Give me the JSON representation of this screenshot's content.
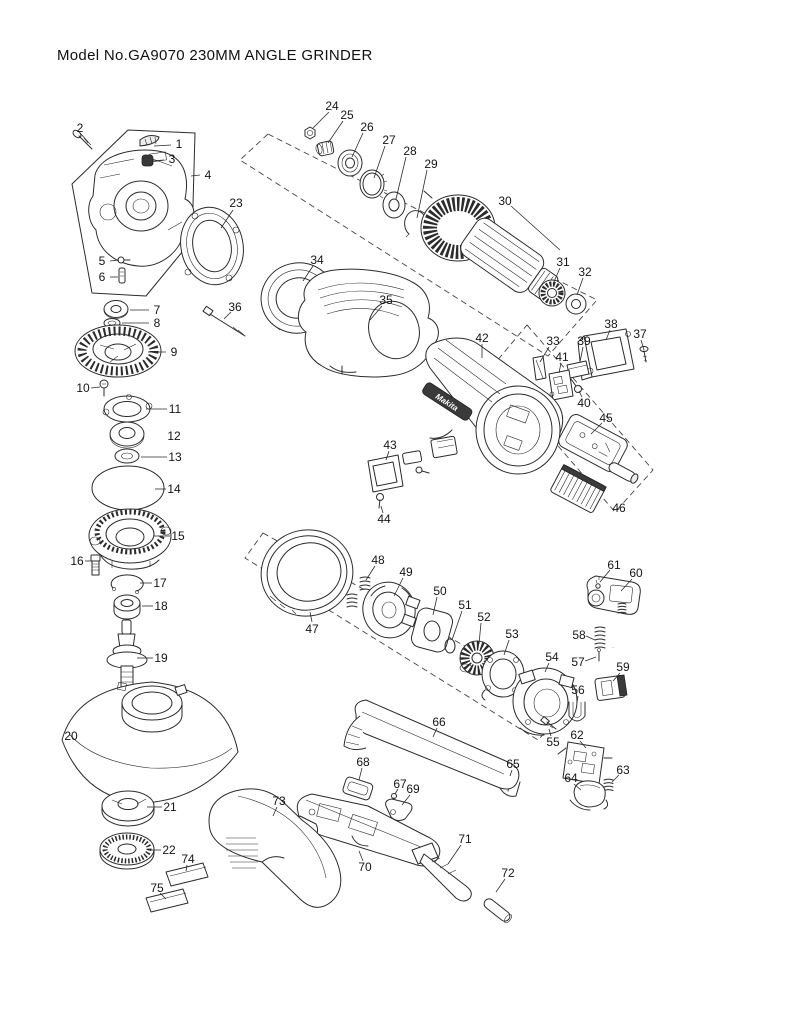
{
  "title": "Model No.GA9070 230MM ANGLE GRINDER",
  "diagram": {
    "logo": "Makita",
    "parts": [
      {
        "num": "1",
        "label": [
          179,
          144
        ],
        "leader": [
          171,
          145,
          154,
          146
        ]
      },
      {
        "num": "2",
        "label": [
          80,
          128
        ],
        "leader": [
          81,
          134,
          88,
          142
        ]
      },
      {
        "num": "3",
        "label": [
          172,
          159
        ],
        "leader": [
          164,
          160,
          152,
          161
        ]
      },
      {
        "num": "4",
        "label": [
          208,
          175
        ],
        "leader": [
          200,
          175,
          191,
          176
        ]
      },
      {
        "num": "5",
        "label": [
          102,
          261
        ],
        "leader": [
          110,
          261,
          119,
          260
        ]
      },
      {
        "num": "6",
        "label": [
          102,
          277
        ],
        "leader": [
          110,
          277,
          118,
          277
        ]
      },
      {
        "num": "7",
        "label": [
          157,
          310
        ],
        "leader": [
          149,
          310,
          130,
          310
        ]
      },
      {
        "num": "8",
        "label": [
          157,
          323
        ],
        "leader": [
          149,
          323,
          122,
          323
        ]
      },
      {
        "num": "9",
        "label": [
          174,
          352
        ],
        "leader": [
          166,
          352,
          148,
          352
        ]
      },
      {
        "num": "10",
        "label": [
          83,
          388
        ],
        "leader": [
          91,
          388,
          100,
          387
        ]
      },
      {
        "num": "11",
        "label": [
          175,
          409
        ],
        "leader": [
          167,
          409,
          146,
          409
        ]
      },
      {
        "num": "12",
        "label": [
          174,
          436
        ]
      },
      {
        "num": "13",
        "label": [
          175,
          457
        ],
        "leader": [
          167,
          457,
          141,
          457
        ]
      },
      {
        "num": "14",
        "label": [
          174,
          489
        ],
        "leader": [
          166,
          489,
          155,
          489
        ]
      },
      {
        "num": "15",
        "label": [
          178,
          536
        ],
        "leader": [
          170,
          536,
          154,
          536
        ]
      },
      {
        "num": "16",
        "label": [
          77,
          561
        ],
        "leader": [
          85,
          561,
          93,
          561
        ]
      },
      {
        "num": "17",
        "label": [
          160,
          583
        ],
        "leader": [
          152,
          583,
          140,
          583
        ]
      },
      {
        "num": "18",
        "label": [
          161,
          606
        ],
        "leader": [
          153,
          606,
          142,
          606
        ]
      },
      {
        "num": "19",
        "label": [
          161,
          658
        ],
        "leader": [
          153,
          658,
          137,
          658
        ]
      },
      {
        "num": "20",
        "label": [
          71,
          736
        ]
      },
      {
        "num": "21",
        "label": [
          170,
          807
        ],
        "leader": [
          162,
          807,
          147,
          807
        ]
      },
      {
        "num": "22",
        "label": [
          169,
          850
        ],
        "leader": [
          161,
          850,
          148,
          850
        ]
      },
      {
        "num": "23",
        "label": [
          236,
          203
        ],
        "leader": [
          233,
          210,
          221,
          228
        ]
      },
      {
        "num": "24",
        "label": [
          332,
          106
        ],
        "leader": [
          329,
          112,
          313,
          128
        ]
      },
      {
        "num": "25",
        "label": [
          347,
          115
        ],
        "leader": [
          343,
          121,
          328,
          143
        ]
      },
      {
        "num": "26",
        "label": [
          367,
          127
        ],
        "leader": [
          363,
          133,
          352,
          157
        ]
      },
      {
        "num": "27",
        "label": [
          389,
          140
        ],
        "leader": [
          385,
          146,
          374,
          178
        ]
      },
      {
        "num": "28",
        "label": [
          410,
          151
        ],
        "leader": [
          406,
          157,
          396,
          199
        ]
      },
      {
        "num": "29",
        "label": [
          431,
          164
        ],
        "leader": [
          427,
          170,
          417,
          218
        ]
      },
      {
        "num": "30",
        "label": [
          505,
          201
        ],
        "leader": [
          511,
          206,
          560,
          250
        ]
      },
      {
        "num": "31",
        "label": [
          563,
          262
        ],
        "leader": [
          560,
          268,
          553,
          284
        ]
      },
      {
        "num": "32",
        "label": [
          585,
          272
        ],
        "leader": [
          583,
          278,
          577,
          295
        ]
      },
      {
        "num": "33",
        "label": [
          553,
          341
        ],
        "leader": [
          549,
          347,
          540,
          362
        ]
      },
      {
        "num": "34",
        "label": [
          317,
          260
        ],
        "leader": [
          313,
          266,
          303,
          281
        ]
      },
      {
        "num": "35",
        "label": [
          386,
          300
        ],
        "leader": [
          382,
          306,
          370,
          320
        ]
      },
      {
        "num": "36",
        "label": [
          235,
          307
        ],
        "leader": [
          231,
          312,
          224,
          319
        ]
      },
      {
        "num": "37",
        "label": [
          640,
          334
        ],
        "leader": [
          641,
          340,
          644,
          350
        ]
      },
      {
        "num": "38",
        "label": [
          611,
          324
        ],
        "leader": [
          610,
          330,
          606,
          340
        ]
      },
      {
        "num": "39",
        "label": [
          584,
          341
        ],
        "leader": [
          583,
          347,
          580,
          362
        ]
      },
      {
        "num": "40",
        "label": [
          584,
          403
        ],
        "leader": [
          582,
          397,
          579,
          391
        ]
      },
      {
        "num": "41",
        "label": [
          562,
          357
        ],
        "leader": [
          561,
          363,
          559,
          373
        ]
      },
      {
        "num": "42",
        "label": [
          482,
          338
        ],
        "leader": [
          482,
          344,
          482,
          358
        ]
      },
      {
        "num": "43",
        "label": [
          390,
          445
        ],
        "leader": [
          389,
          451,
          386,
          460
        ]
      },
      {
        "num": "44",
        "label": [
          384,
          519
        ],
        "leader": [
          383,
          513,
          381,
          506
        ]
      },
      {
        "num": "45",
        "label": [
          606,
          418
        ],
        "leader": [
          602,
          423,
          591,
          434
        ]
      },
      {
        "num": "46",
        "label": [
          619,
          508
        ]
      },
      {
        "num": "47",
        "label": [
          312,
          629
        ],
        "leader": [
          312,
          622,
          310,
          612
        ]
      },
      {
        "num": "48",
        "label": [
          378,
          560
        ],
        "leader": [
          375,
          566,
          366,
          580
        ]
      },
      {
        "num": "49",
        "label": [
          406,
          572
        ],
        "leader": [
          403,
          578,
          394,
          596
        ]
      },
      {
        "num": "50",
        "label": [
          440,
          591
        ],
        "leader": [
          437,
          597,
          433,
          615
        ]
      },
      {
        "num": "51",
        "label": [
          465,
          605
        ],
        "leader": [
          462,
          611,
          452,
          640
        ]
      },
      {
        "num": "52",
        "label": [
          484,
          617
        ],
        "leader": [
          481,
          623,
          479,
          644
        ]
      },
      {
        "num": "53",
        "label": [
          512,
          634
        ],
        "leader": [
          509,
          640,
          504,
          655
        ]
      },
      {
        "num": "54",
        "label": [
          552,
          657
        ],
        "leader": [
          549,
          663,
          545,
          672
        ]
      },
      {
        "num": "55",
        "label": [
          553,
          742
        ],
        "leader": [
          551,
          736,
          549,
          729
        ]
      },
      {
        "num": "56",
        "label": [
          578,
          690
        ],
        "leader": [
          578,
          696,
          577,
          703
        ]
      },
      {
        "num": "57",
        "label": [
          578,
          662
        ],
        "leader": [
          585,
          661,
          596,
          657
        ]
      },
      {
        "num": "58",
        "label": [
          579,
          635
        ],
        "leader": [
          586,
          636,
          595,
          640
        ]
      },
      {
        "num": "59",
        "label": [
          623,
          667
        ],
        "leader": [
          620,
          673,
          613,
          681
        ]
      },
      {
        "num": "60",
        "label": [
          636,
          573
        ],
        "leader": [
          632,
          579,
          621,
          591
        ]
      },
      {
        "num": "61",
        "label": [
          614,
          565
        ],
        "leader": [
          610,
          570,
          600,
          582
        ]
      },
      {
        "num": "62",
        "label": [
          577,
          735
        ],
        "leader": [
          580,
          741,
          586,
          748
        ]
      },
      {
        "num": "63",
        "label": [
          623,
          770
        ],
        "leader": [
          619,
          775,
          612,
          782
        ]
      },
      {
        "num": "64",
        "label": [
          571,
          778
        ],
        "leader": [
          574,
          784,
          581,
          790
        ]
      },
      {
        "num": "65",
        "label": [
          513,
          764
        ],
        "leader": [
          512,
          770,
          510,
          776
        ]
      },
      {
        "num": "66",
        "label": [
          439,
          722
        ],
        "leader": [
          437,
          728,
          433,
          737
        ]
      },
      {
        "num": "67",
        "label": [
          400,
          784
        ],
        "leader": [
          398,
          789,
          395,
          794
        ]
      },
      {
        "num": "68",
        "label": [
          363,
          762
        ],
        "leader": [
          362,
          768,
          359,
          780
        ]
      },
      {
        "num": "69",
        "label": [
          413,
          789
        ],
        "leader": [
          410,
          795,
          402,
          805
        ]
      },
      {
        "num": "70",
        "label": [
          365,
          867
        ],
        "leader": [
          363,
          861,
          359,
          851
        ]
      },
      {
        "num": "71",
        "label": [
          465,
          839
        ],
        "leader": [
          461,
          845,
          448,
          864
        ]
      },
      {
        "num": "72",
        "label": [
          508,
          873
        ],
        "leader": [
          505,
          879,
          496,
          892
        ]
      },
      {
        "num": "73",
        "label": [
          279,
          801
        ],
        "leader": [
          277,
          807,
          273,
          816
        ]
      },
      {
        "num": "74",
        "label": [
          188,
          859
        ],
        "leader": [
          187,
          865,
          186,
          871
        ]
      },
      {
        "num": "75",
        "label": [
          157,
          888
        ],
        "leader": [
          160,
          893,
          166,
          899
        ]
      }
    ]
  }
}
